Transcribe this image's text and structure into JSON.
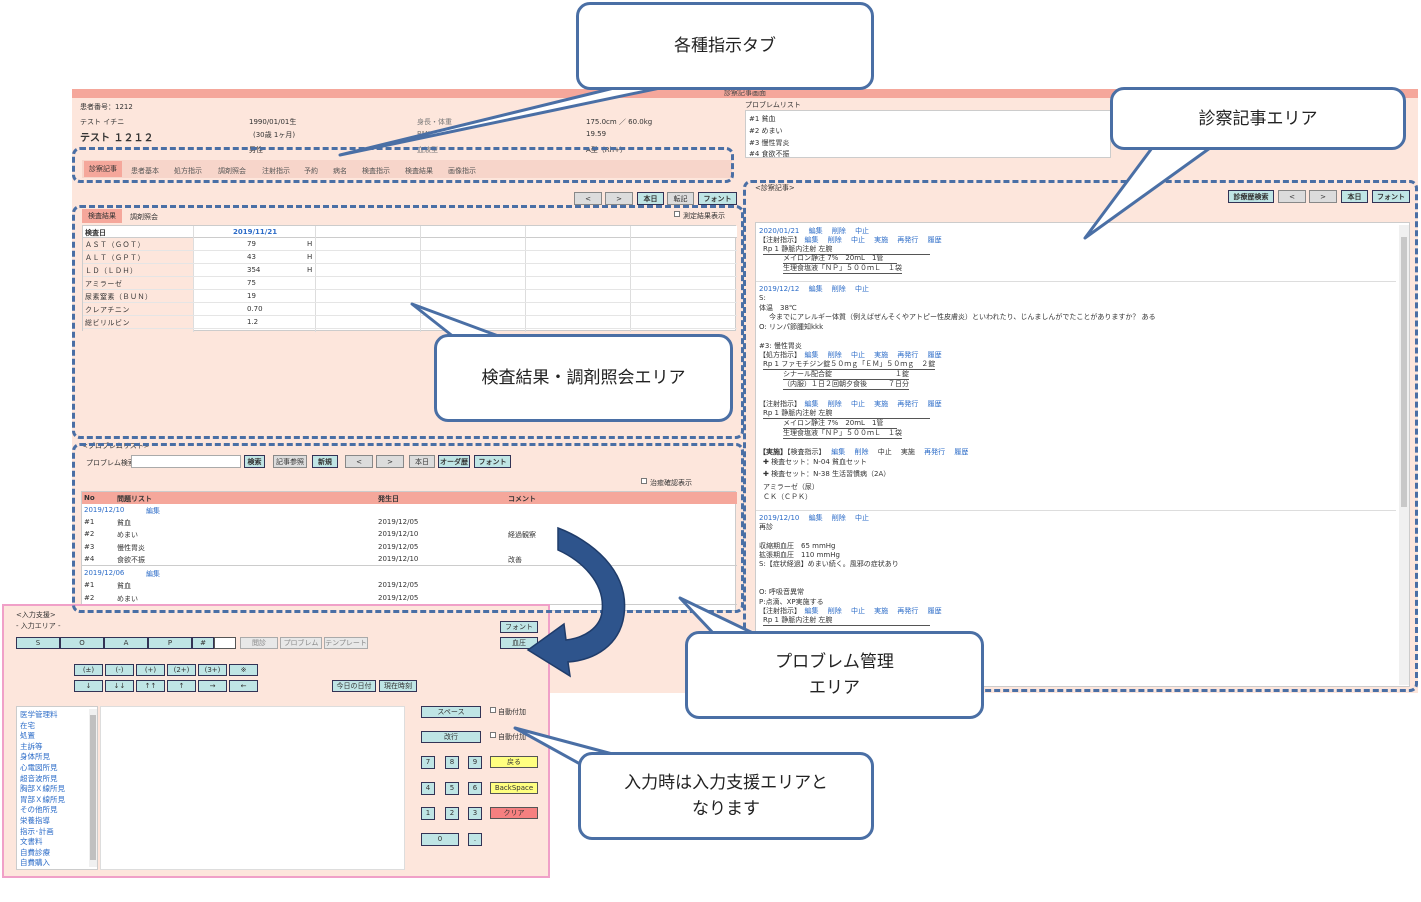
{
  "callouts": {
    "tabs": "各種指示タブ",
    "record": "診察記事エリア",
    "results": "検査結果・調剤照会エリア",
    "problem": "プロブレム管理\nエリア",
    "input": "入力時は入力支援エリアと\nなります"
  },
  "app": {
    "title": "診察記事画面"
  },
  "patient": {
    "id": "患者番号：1212",
    "kana": "テスト イチニ",
    "name": "テスト １２１２",
    "birth": "1990/01/01生",
    "age": "(30歳 1ヶ月)",
    "sex": "男性",
    "height_label": "身長・体重",
    "bmi_label": "BMI",
    "blood_label": "血液型",
    "hw": "175.0cm ／ 60.0kg",
    "bmi": "19.59",
    "blood": "A型（Rh+）"
  },
  "problem_summary": {
    "label": "プロブレムリスト",
    "items": [
      "#1 貧血",
      "#2 めまい",
      "#3 慢性胃炎",
      "#4 食欲不振"
    ]
  },
  "tabs": [
    "診察記事",
    "患者基本",
    "処方指示",
    "調剤照会",
    "注射指示",
    "予約",
    "病名",
    "検査指示",
    "検査結果",
    "画像指示"
  ],
  "toolbar": {
    "prev": "<",
    "next": ">",
    "today": "本日",
    "tenki": "転記",
    "font": "フォント"
  },
  "results": {
    "tabs": [
      "検査結果",
      "調剤照会"
    ],
    "check": "測定結果表示",
    "header_label": "検査日",
    "header_date": "2019/11/21",
    "rows": [
      {
        "name": "ＡＳＴ（ＧＯＴ）",
        "value": "79",
        "flag": "H"
      },
      {
        "name": "ＡＬＴ（ＧＰＴ）",
        "value": "43",
        "flag": "H"
      },
      {
        "name": "ＬＤ（ＬＤＨ）",
        "value": "354",
        "flag": "H"
      },
      {
        "name": "アミラーゼ",
        "value": "75",
        "flag": ""
      },
      {
        "name": "尿素窒素（ＢＵＮ）",
        "value": "19",
        "flag": ""
      },
      {
        "name": "クレアチニン",
        "value": "0.70",
        "flag": ""
      },
      {
        "name": "総ビリルビン",
        "value": "1.2",
        "flag": ""
      }
    ]
  },
  "problem": {
    "section": "<プロブレムリスト>",
    "search_label": "プロブレム検索",
    "search_btn": "検索",
    "ref_btn": "記事参照",
    "new_btn": "新規",
    "prev": "<",
    "next": ">",
    "today": "本日",
    "order": "オーダ歴",
    "font": "フォント",
    "check": "治癒確認表示",
    "cols": {
      "no": "No",
      "list": "問題リスト",
      "date": "発生日",
      "comment": "コメント"
    },
    "groups": [
      {
        "date": "2019/12/10",
        "edit": "編集",
        "items": [
          {
            "no": "#1",
            "name": "貧血",
            "date": "2019/12/05",
            "comment": ""
          },
          {
            "no": "#2",
            "name": "めまい",
            "date": "2019/12/10",
            "comment": "経過観察"
          },
          {
            "no": "#3",
            "name": "慢性胃炎",
            "date": "2019/12/05",
            "comment": ""
          },
          {
            "no": "#4",
            "name": "食欲不振",
            "date": "2019/12/10",
            "comment": "改善"
          }
        ]
      },
      {
        "date": "2019/12/06",
        "edit": "編集",
        "items": [
          {
            "no": "#1",
            "name": "貧血",
            "date": "2019/12/05",
            "comment": ""
          },
          {
            "no": "#2",
            "name": "めまい",
            "date": "2019/12/05",
            "comment": ""
          }
        ]
      }
    ]
  },
  "record": {
    "section": "<診察記事>",
    "history_btn": "診療歴検索",
    "prev": "<",
    "next": ">",
    "today": "本日",
    "font": "フォント"
  },
  "input": {
    "title": "<入力支援>",
    "area": "- 入力エリア -",
    "soap": [
      "S",
      "O",
      "A",
      "P",
      "#"
    ],
    "extra": [
      "閲診",
      "プロブレム",
      "テンプレート"
    ],
    "font": "フォント",
    "bp": "血圧",
    "sym1": [
      "(±)",
      "(-)",
      "(+)",
      "(2+)",
      "(3+)",
      "※"
    ],
    "sym2": [
      "↓",
      "↓↓",
      "↑↑",
      "↑",
      "→",
      "←"
    ],
    "today": "今日の日付",
    "now": "現在時刻",
    "list": [
      "医学管理料",
      "在宅",
      "処置",
      "主訴等",
      "身体所見",
      "心電図所見",
      "超音波所見",
      "胸部Ｘ線所見",
      "胃部Ｘ線所見",
      "その他所見",
      "栄養指導",
      "指示･計画",
      "文書料",
      "自費診療",
      "自費購入"
    ],
    "space": "スペース",
    "newline": "改行",
    "auto": "自動付加",
    "back": "戻る",
    "backspace": "BackSpace",
    "clear": "クリア",
    "digits": [
      "7",
      "8",
      "9",
      "4",
      "5",
      "6",
      "1",
      "2",
      "3",
      "0",
      "."
    ]
  }
}
